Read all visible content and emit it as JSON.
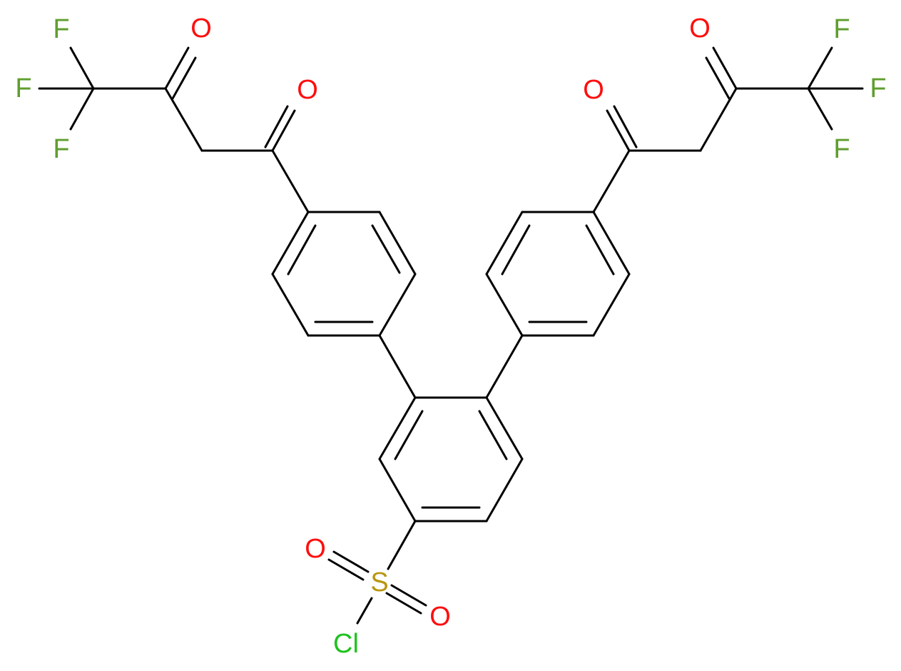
{
  "atom_colors": {
    "F": "#5f9e2e",
    "O": "#ff0d0d",
    "S": "#b8960f",
    "Cl": "#1ec21e",
    "bond": "#000000"
  },
  "atoms": [
    {
      "id": "F1",
      "element": "F",
      "label": "F"
    },
    {
      "id": "F2",
      "element": "F",
      "label": "F"
    },
    {
      "id": "F3",
      "element": "F",
      "label": "F"
    },
    {
      "id": "O1",
      "element": "O",
      "label": "O"
    },
    {
      "id": "O2",
      "element": "O",
      "label": "O"
    },
    {
      "id": "O3",
      "element": "O",
      "label": "O"
    },
    {
      "id": "O4",
      "element": "O",
      "label": "O"
    },
    {
      "id": "F4",
      "element": "F",
      "label": "F"
    },
    {
      "id": "F5",
      "element": "F",
      "label": "F"
    },
    {
      "id": "F6",
      "element": "F",
      "label": "F"
    },
    {
      "id": "O5",
      "element": "O",
      "label": "O"
    },
    {
      "id": "S1",
      "element": "S",
      "label": "S"
    },
    {
      "id": "O6",
      "element": "O",
      "label": "O"
    },
    {
      "id": "Cl1",
      "element": "Cl",
      "label": "Cl"
    }
  ]
}
